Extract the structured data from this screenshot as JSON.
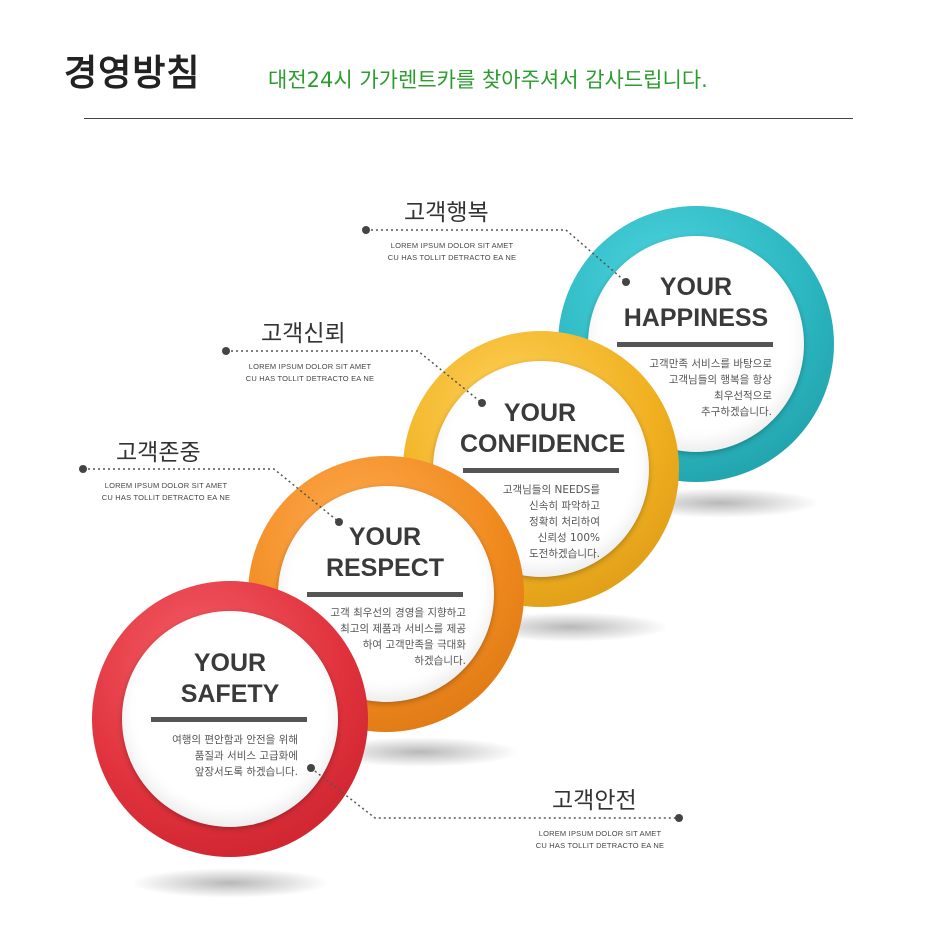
{
  "header": {
    "title": "경영방침",
    "subtitle": "대전24시 가가렌트카를 찾아주셔서 감사드립니다."
  },
  "circles": [
    {
      "key": "happiness",
      "title_line1": "YOUR",
      "title_line2": "HAPPINESS",
      "desc": [
        "고객만족 서비스를 바탕으로",
        "고객님들의 행복을 항상",
        "최우선적으로",
        "추구하겠습니다."
      ],
      "color": "#2bb6c0"
    },
    {
      "key": "confidence",
      "title_line1": "YOUR",
      "title_line2": "CONFIDENCE",
      "desc": [
        "고객님들의 NEEDS를",
        "신속히 파악하고",
        "정확히 처리하여",
        "신뢰성 100%",
        "도전하겠습니다."
      ],
      "color": "#f0b020"
    },
    {
      "key": "respect",
      "title_line1": "YOUR",
      "title_line2": "RESPECT",
      "desc": [
        "고객 최우선의 경영을 지향하고",
        "최고의 제품과 서비스를 제공",
        "하여 고객만족을 극대화",
        "하겠습니다."
      ],
      "color": "#f08a1e"
    },
    {
      "key": "safety",
      "title_line1": "YOUR",
      "title_line2": "SAFETY",
      "desc": [
        "여행의 편안함과 안전을 위해",
        "품질과 서비스 고급화에",
        "앞장서도록 하겠습니다."
      ],
      "color": "#e0323c"
    }
  ],
  "labels": [
    {
      "key": "happiness",
      "title": "고객행복",
      "lorem1": "LOREM IPSUM DOLOR SIT AMET",
      "lorem2": "CU HAS TOLLIT DETRACTO EA NE"
    },
    {
      "key": "confidence",
      "title": "고객신뢰",
      "lorem1": "LOREM IPSUM DOLOR SIT AMET",
      "lorem2": "CU HAS TOLLIT DETRACTO EA NE"
    },
    {
      "key": "respect",
      "title": "고객존중",
      "lorem1": "LOREM IPSUM DOLOR SIT AMET",
      "lorem2": "CU HAS TOLLIT DETRACTO EA NE"
    },
    {
      "key": "safety",
      "title": "고객안전",
      "lorem1": "LOREM IPSUM DOLOR SIT AMET",
      "lorem2": "CU HAS TOLLIT DETRACTO EA NE"
    }
  ]
}
